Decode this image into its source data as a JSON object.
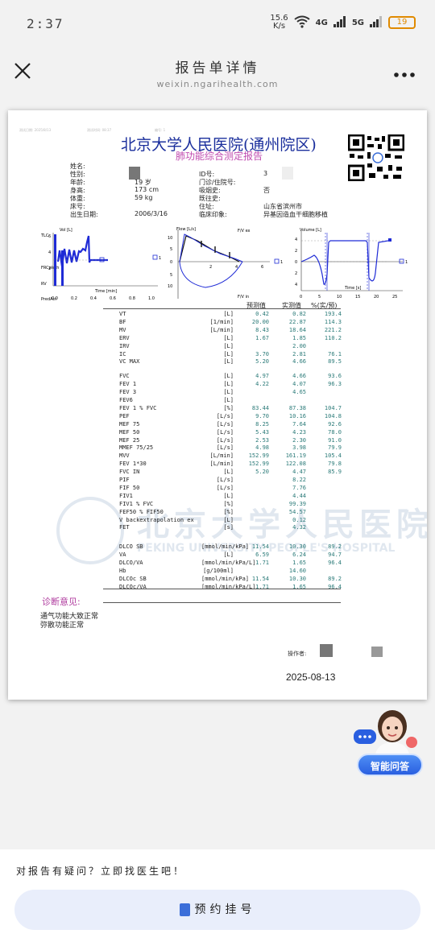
{
  "status": {
    "time": "2:37",
    "net_speed": "15.6",
    "net_unit": "K/s",
    "sig1": "4G",
    "sig2": "5G",
    "battery": "19"
  },
  "nav": {
    "title": "报告单详情",
    "subtitle": "weixin.ngarihealth.com"
  },
  "report": {
    "meta_left": "测试日期: 2025/8/13",
    "meta_mid": "测试时间: 08:37",
    "meta_right": "编号: 1",
    "hospital": "北京大学人民医院(通州院区)",
    "report_type": "肺功能综合测定报告",
    "patient": {
      "name_label": "姓名:",
      "sex_label": "性别:",
      "age_label": "年龄:",
      "age_value": "19 岁",
      "height_label": "身高:",
      "height_value": "173 cm",
      "weight_label": "体重:",
      "weight_value": "59 kg",
      "bed_label": "床号:",
      "dob_label": "出生日期:",
      "dob_value": "2006/3/16",
      "id_label": "ID号:",
      "id_value": "3",
      "clinic_label": "门诊/住院号:",
      "smoke_label": "吸烟史:",
      "smoke_value": "否",
      "history_label": "既往史:",
      "address_label": "住址:",
      "address_value": "山东省滨州市",
      "clinical_label": "临床印象:",
      "clinical_value": "异基因造血干细胞移植"
    },
    "charts": {
      "vol_time": {
        "y_label": "Vol [L]",
        "x_label": "Time [min]",
        "marks": [
          "TLC",
          "FRCpleth",
          "RV",
          "PredAct"
        ],
        "x_ticks": [
          "0.0",
          "0.2",
          "0.4",
          "0.6",
          "0.8",
          "1.0"
        ],
        "y_ticks": [
          "6",
          "4",
          "2"
        ],
        "legend": "1"
      },
      "flow_vol": {
        "y_label": "Flow [L/s]",
        "top_label": "F/V ex",
        "bottom_label": "F/V in",
        "x_ticks": [
          "2",
          "4",
          "6"
        ],
        "y_ticks": [
          "10",
          "5",
          "0",
          "5",
          "10"
        ],
        "legend": "1"
      },
      "vol_time2": {
        "y_label": "Volume [L]",
        "x_label": "Time [s]",
        "x_ticks": [
          "0",
          "5",
          "10",
          "15",
          "20",
          "25"
        ],
        "y_ticks": [
          "4",
          "2",
          "0",
          "2",
          "4"
        ],
        "legend": "1"
      }
    },
    "table_headers": {
      "pred": "预测值",
      "meas": "实测值",
      "pct": "%(实/预)"
    },
    "rows": [
      {
        "name": "VT",
        "unit": "[L]",
        "pred": "0.42",
        "meas": "0.82",
        "pct": "193.4"
      },
      {
        "name": "BF",
        "unit": "[1/min]",
        "pred": "20.00",
        "meas": "22.87",
        "pct": "114.3"
      },
      {
        "name": "MV",
        "unit": "[L/min]",
        "pred": "8.43",
        "meas": "18.64",
        "pct": "221.2"
      },
      {
        "name": "ERV",
        "unit": "[L]",
        "pred": "1.67",
        "meas": "1.85",
        "pct": "110.2"
      },
      {
        "name": "IRV",
        "unit": "[L]",
        "pred": "",
        "meas": "2.00",
        "pct": ""
      },
      {
        "name": "IC",
        "unit": "[L]",
        "pred": "3.70",
        "meas": "2.81",
        "pct": "76.1"
      },
      {
        "name": "VC MAX",
        "unit": "[L]",
        "pred": "5.20",
        "meas": "4.66",
        "pct": "89.5"
      },
      {
        "name": "FVC",
        "unit": "[L]",
        "pred": "4.97",
        "meas": "4.66",
        "pct": "93.6"
      },
      {
        "name": "FEV 1",
        "unit": "[L]",
        "pred": "4.22",
        "meas": "4.07",
        "pct": "96.3"
      },
      {
        "name": "FEV 3",
        "unit": "[L]",
        "pred": "",
        "meas": "4.65",
        "pct": ""
      },
      {
        "name": "FEV6",
        "unit": "[L]",
        "pred": "",
        "meas": "",
        "pct": ""
      },
      {
        "name": "FEV 1 % FVC",
        "unit": "[%]",
        "pred": "83.44",
        "meas": "87.38",
        "pct": "104.7"
      },
      {
        "name": "PEF",
        "unit": "[L/s]",
        "pred": "9.70",
        "meas": "10.16",
        "pct": "104.8"
      },
      {
        "name": "MEF 75",
        "unit": "[L/s]",
        "pred": "8.25",
        "meas": "7.64",
        "pct": "92.6"
      },
      {
        "name": "MEF 50",
        "unit": "[L/s]",
        "pred": "5.43",
        "meas": "4.23",
        "pct": "78.0"
      },
      {
        "name": "MEF 25",
        "unit": "[L/s]",
        "pred": "2.53",
        "meas": "2.30",
        "pct": "91.0"
      },
      {
        "name": "MMEF 75/25",
        "unit": "[L/s]",
        "pred": "4.98",
        "meas": "3.98",
        "pct": "79.9"
      },
      {
        "name": "MVV",
        "unit": "[L/min]",
        "pred": "152.99",
        "meas": "161.19",
        "pct": "105.4"
      },
      {
        "name": "FEV 1*30",
        "unit": "[L/min]",
        "pred": "152.99",
        "meas": "122.08",
        "pct": "79.8"
      },
      {
        "name": "FVC IN",
        "unit": "[L]",
        "pred": "5.20",
        "meas": "4.47",
        "pct": "85.9"
      },
      {
        "name": "PIF",
        "unit": "[L/s]",
        "pred": "",
        "meas": "8.22",
        "pct": ""
      },
      {
        "name": "FIF 50",
        "unit": "[L/s]",
        "pred": "",
        "meas": "7.76",
        "pct": ""
      },
      {
        "name": "FIV1",
        "unit": "[L]",
        "pred": "",
        "meas": "4.44",
        "pct": ""
      },
      {
        "name": "FIV1 % FVC",
        "unit": "[%]",
        "pred": "",
        "meas": "99.39",
        "pct": ""
      },
      {
        "name": "FEF50 % FIF50",
        "unit": "[%]",
        "pred": "",
        "meas": "54.57",
        "pct": ""
      },
      {
        "name": "V backextrapolation ex",
        "unit": "[L]",
        "pred": "",
        "meas": "0.12",
        "pct": ""
      },
      {
        "name": "FET",
        "unit": "[s]",
        "pred": "",
        "meas": "4.32",
        "pct": ""
      },
      {
        "name": "DLCO SB",
        "unit": "[mmol/min/kPa]",
        "pred": "11.54",
        "meas": "10.30",
        "pct": "89.2"
      },
      {
        "name": "VA",
        "unit": "[L]",
        "pred": "6.59",
        "meas": "6.24",
        "pct": "94.7"
      },
      {
        "name": "DLCO/VA",
        "unit": "[mmol/min/kPa/L]",
        "pred": "1.71",
        "meas": "1.65",
        "pct": "96.4"
      },
      {
        "name": "Hb",
        "unit": "[g/100ml]",
        "pred": "",
        "meas": "14.60",
        "pct": ""
      },
      {
        "name": "DLCOc SB",
        "unit": "[mmol/min/kPa]",
        "pred": "11.54",
        "meas": "10.30",
        "pct": "89.2"
      },
      {
        "name": "DLCOc/VA",
        "unit": "[mmol/min/kPa/L]",
        "pred": "1.71",
        "meas": "1.65",
        "pct": "96.4"
      }
    ],
    "diagnosis_title": "诊断意见:",
    "diagnosis": [
      "通气功能大致正常",
      "弥散功能正常"
    ],
    "operator_label": "操作者:",
    "date": "2025-08-13",
    "watermark_cn": "北京大学人民医院",
    "watermark_en": "PEKING UNIVERSITY PEOPLE'S HOSPITAL"
  },
  "fab": {
    "label": "智能问答"
  },
  "bottom": {
    "ask": "对报告有疑问？立即找医生吧！",
    "book": "预约挂号"
  },
  "colors": {
    "accent": "#2a5fe0",
    "chart_blue": "#1f2bd6",
    "value_teal": "#2a7a78",
    "diagnosis": "#b03d9f"
  }
}
